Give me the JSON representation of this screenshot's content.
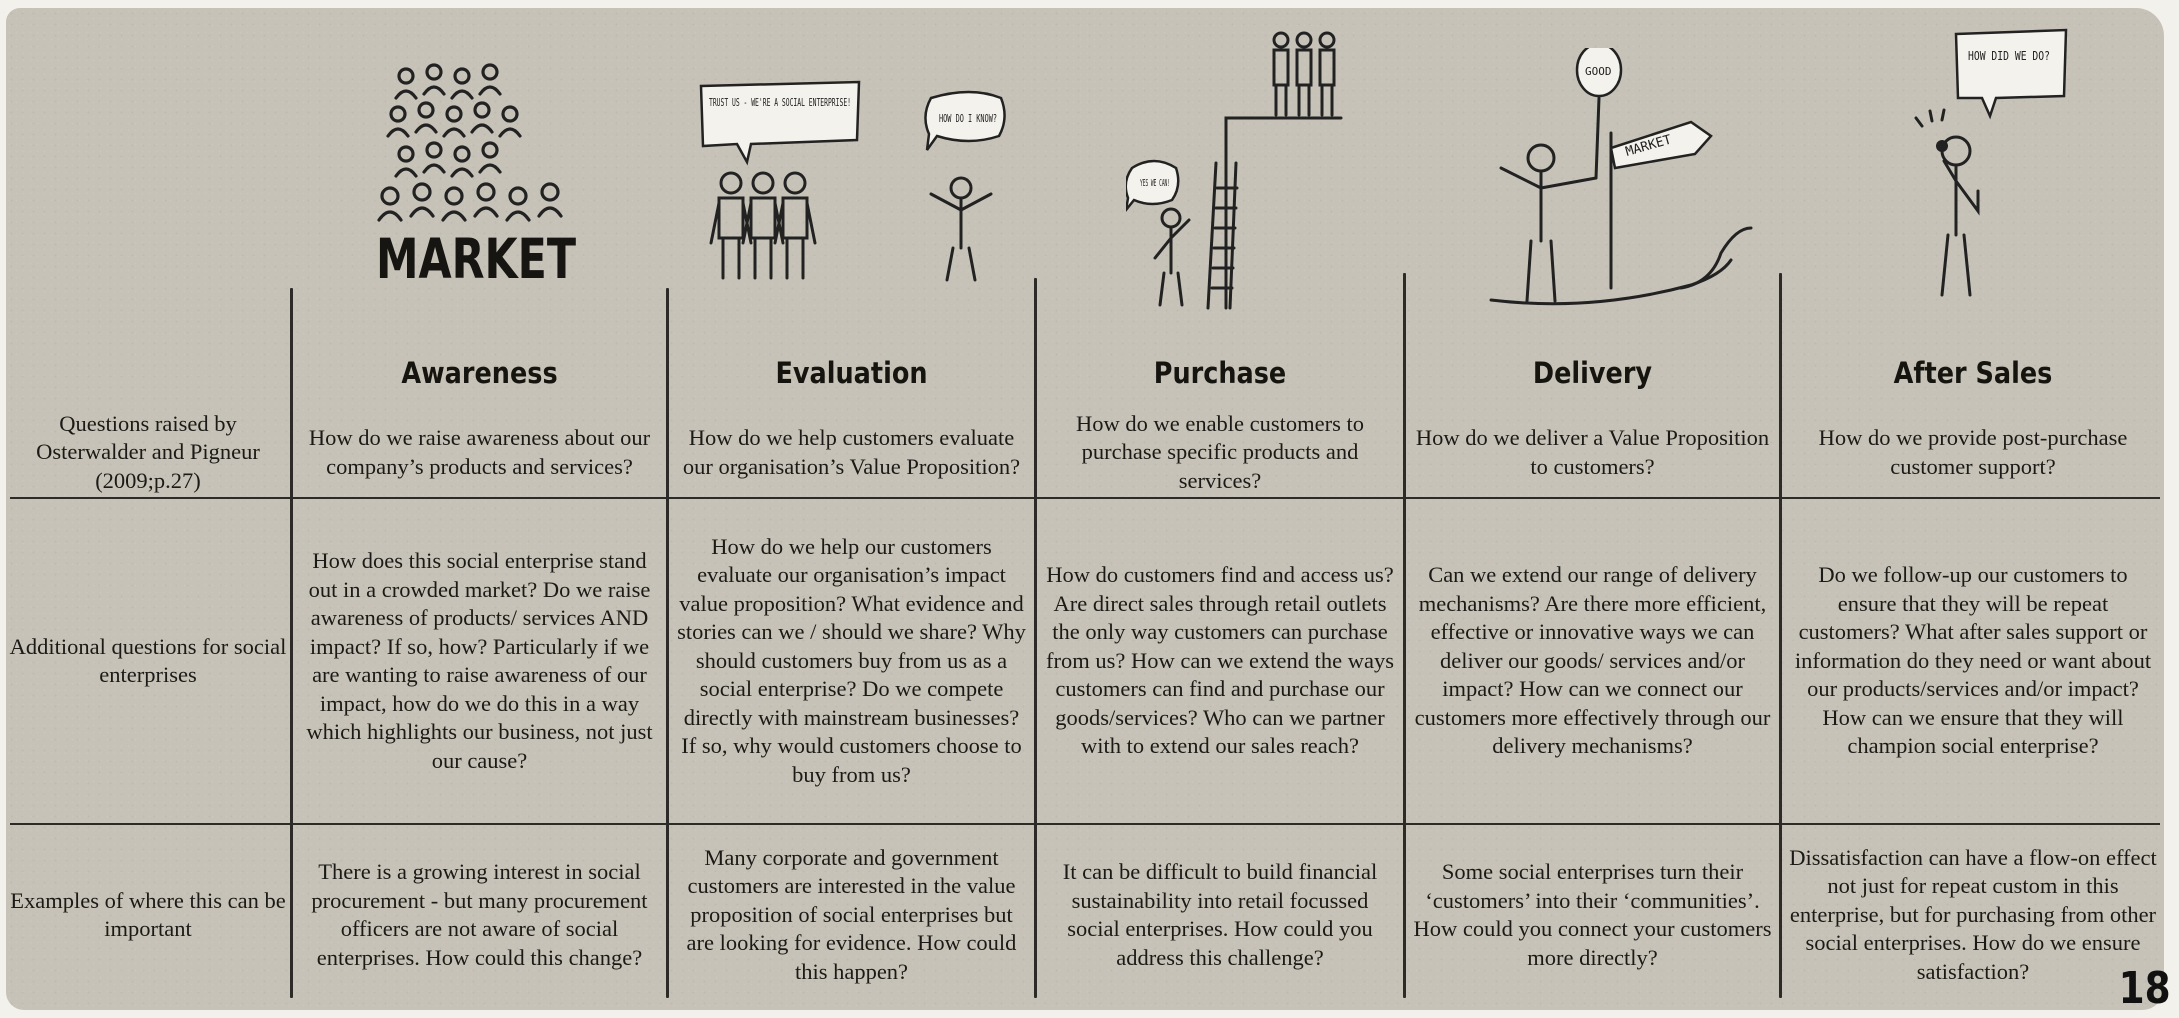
{
  "illustrations": {
    "market_sign": "MARKET",
    "evaluation_bubble_1": "TRUST US - WE'RE A SOCIAL ENTERPRISE!",
    "evaluation_bubble_2": "HOW DO I KNOW?",
    "purchase_bubble": "YES WE CAN!",
    "delivery_balloon": "GOOD",
    "delivery_sign": "MARKET",
    "aftersales_bubble": "HOW DID WE DO?"
  },
  "columns": [
    {
      "title": "Awareness"
    },
    {
      "title": "Evaluation"
    },
    {
      "title": "Purchase"
    },
    {
      "title": "Delivery"
    },
    {
      "title": "After Sales"
    }
  ],
  "rows": [
    {
      "label": "Questions raised by Osterwalder and Pigneur (2009;p.27)",
      "cells": [
        "How do we raise awareness about our company’s products and services?",
        "How do we help customers evaluate our organisation’s Value Proposition?",
        "How do we enable customers to purchase specific products and services?",
        "How do we deliver a Value Proposition to customers?",
        "How do we provide post-purchase customer support?"
      ]
    },
    {
      "label": "Additional questions for social enterprises",
      "cells": [
        "How does this social enterprise stand out in a crowded market? Do we raise awareness of products/ services AND impact?  If so, how? Particularly if we are wanting to raise awareness of our impact, how do we do this in a way which highlights our business, not just our cause?",
        "How do we help our customers evaluate our organisation’s impact value proposition? What evidence and stories can we / should we share? Why should customers buy from us as a social enterprise? Do we compete directly with mainstream businesses? If so, why would customers choose to buy from us?",
        "How do customers find and access us? Are direct sales through retail outlets the only way customers can purchase from us? How can we extend the ways customers can find and purchase our goods/services? Who can we partner with to extend our sales reach?",
        "Can we extend our range of delivery mechanisms? Are there more efficient, effective or innovative ways we can deliver our goods/ services and/or impact? How can we connect our customers more effectively through our delivery mechanisms?",
        "Do we follow-up our customers to ensure that they will be repeat customers? What after sales support or information do they need or want about our products/services and/or impact? How can we ensure that they will champion social enterprise?"
      ]
    },
    {
      "label": "Examples of where this can be important",
      "cells": [
        "There is a growing interest in social procurement - but many procurement officers are not aware of social enterprises. How could this change?",
        "Many corporate and government customers are interested in the value proposition of social enterprises but are looking for evidence. How could this happen?",
        "It can be difficult to build financial sustainability into retail focussed social enterprises. How could you address this challenge?",
        "Some social enterprises turn their ‘customers’ into their ‘communities’. How could you connect your customers more directly?",
        "Dissatisfaction can have a flow-on effect not just for repeat custom in this enterprise, but for purchasing from other social enterprises. How do we ensure satisfaction?"
      ]
    }
  ],
  "page_number": "18"
}
